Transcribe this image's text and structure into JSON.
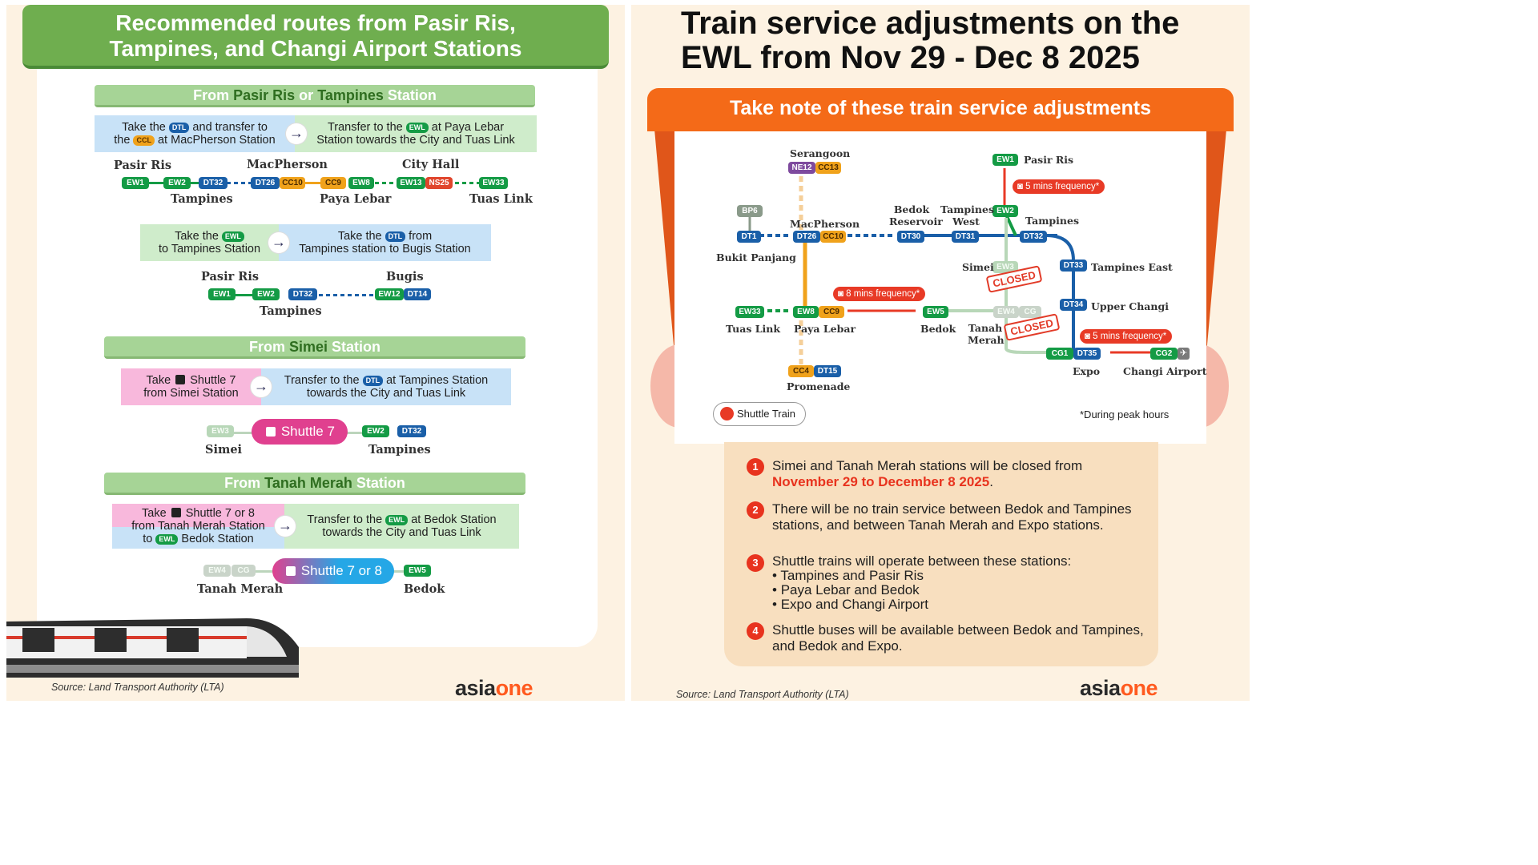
{
  "left": {
    "banner_line1": "Recommended routes from Pasir Ris,",
    "banner_line2": "Tampines, and Changi Airport Stations",
    "sec1": {
      "pre": "From ",
      "a": "Pasir Ris",
      "mid": " or ",
      "b": "Tampines",
      "post": " Station"
    },
    "sec1_instr1": {
      "l1a": "Take the ",
      "l1b": " and transfer to",
      "l2a": "the ",
      "l2b": " at MacPherson Station",
      "r1a": "Transfer to the ",
      "r1b": " at Paya Lebar",
      "r2": "Station towards the City and Tuas Link"
    },
    "sec1_route1": {
      "top": [
        "Pasir Ris",
        "MacPherson",
        "City Hall"
      ],
      "bottom": [
        "Tampines",
        "Paya Lebar",
        "Tuas Link"
      ],
      "codes": [
        "EW1",
        "EW2",
        "DT32",
        "DT26",
        "CC10",
        "CC9",
        "EW8",
        "EW13",
        "NS25",
        "EW33"
      ]
    },
    "sec1_instr2": {
      "l1a": "Take the ",
      "l2": "to Tampines Station",
      "r1a": "Take the ",
      "r1b": " from",
      "r2": "Tampines station to Bugis Station"
    },
    "sec1_route2": {
      "top": [
        "Pasir Ris",
        "Bugis"
      ],
      "bottom": [
        "Tampines"
      ],
      "codes": [
        "EW1",
        "EW2",
        "DT32",
        "EW12",
        "DT14"
      ]
    },
    "sec2": {
      "pre": "From ",
      "a": "Simei",
      "post": " Station"
    },
    "sec2_instr": {
      "l1a": "Take ",
      "l1b": " Shuttle 7",
      "l2": "from Simei Station",
      "r1a": "Transfer to the ",
      "r1b": " at Tampines Station",
      "r2": "towards the City and Tuas Link"
    },
    "sec2_route": {
      "from": "Simei",
      "to": "Tampines",
      "shuttle": "Shuttle 7",
      "codes": [
        "EW3",
        "EW2",
        "DT32"
      ]
    },
    "sec3": {
      "pre": "From ",
      "a": "Tanah Merah",
      "post": " Station"
    },
    "sec3_instr": {
      "l1a": "Take ",
      "l1b": " Shuttle 7 or 8",
      "l2": "from Tanah Merah Station",
      "l3a": "to ",
      "l3b": " Bedok Station",
      "r1a": "Transfer to the ",
      "r1b": " at Bedok Station",
      "r2": "towards the City and Tuas Link"
    },
    "sec3_route": {
      "from": "Tanah Merah",
      "to": "Bedok",
      "shuttle": "Shuttle 7 or 8",
      "codes": [
        "EW4",
        "CG",
        "EW5"
      ]
    },
    "pill_labels": {
      "dtl": "DTL",
      "ewl": "EWL",
      "ccl": "CCL"
    },
    "source": "Source: Land Transport Authority (LTA)",
    "brand_a": "asia",
    "brand_b": "one"
  },
  "right": {
    "title_line1": "Train service adjustments on the",
    "title_line2": "EWL from Nov 29 - Dec 8 2025",
    "board_title": "Take note of these train service adjustments",
    "stations": {
      "serangoon": "Serangoon",
      "pasir_ris": "Pasir Ris",
      "bedok_reservoir": "Bedok Reservoir",
      "tampines_west": "Tampines West",
      "tampines": "Tampines",
      "macpherson": "MacPherson",
      "bukit_panjang": "Bukit Panjang",
      "tampines_east": "Tampines East",
      "simei": "Simei",
      "upper_changi": "Upper Changi",
      "tuas_link": "Tuas Link",
      "paya_lebar": "Paya Lebar",
      "bedok": "Bedok",
      "tanah_merah": "Tanah Merah",
      "expo": "Expo",
      "changi_airport": "Changi Airport",
      "promenade": "Promenade"
    },
    "codes": {
      "ne12": "NE12",
      "cc13": "CC13",
      "ew1": "EW1",
      "bp6": "BP6",
      "ew2": "EW2",
      "dt1": "DT1",
      "dt26": "DT26",
      "cc10": "CC10",
      "dt30": "DT30",
      "dt31": "DT31",
      "dt32": "DT32",
      "ew3": "EW3",
      "dt33": "DT33",
      "ew33": "EW33",
      "ew8": "EW8",
      "cc9": "CC9",
      "ew5": "EW5",
      "ew4": "EW4",
      "cg": "CG",
      "dt34": "DT34",
      "cg1": "CG1",
      "dt35": "DT35",
      "cg2": "CG2",
      "cc4": "CC4",
      "dt15": "DT15"
    },
    "freq_5a": "5 mins frequency*",
    "freq_8": "8 mins frequency*",
    "freq_5b": "5 mins frequency*",
    "closed": "CLOSED",
    "legend_shuttle": "Shuttle Train",
    "peak_note": "*During peak hours",
    "notes": [
      {
        "num": "1",
        "text_a": "Simei and Tanah Merah stations will be closed from",
        "text_red": "November 29 to December 8 2025",
        "text_b": "."
      },
      {
        "num": "2",
        "text": "There will be no train service between Bedok and Tampines stations, and between Tanah Merah and Expo stations."
      },
      {
        "num": "3",
        "text": "Shuttle trains will operate between these stations:",
        "bullets": [
          "Tampines and Pasir Ris",
          "Paya Lebar and Bedok",
          "Expo and Changi Airport"
        ]
      },
      {
        "num": "4",
        "text": "Shuttle buses will be available between Bedok and Tampines, and Bedok and Expo."
      }
    ],
    "source": "Source: Land Transport Authority (LTA)",
    "brand_a": "asia",
    "brand_b": "one"
  },
  "colors": {
    "ewl": "#149b45",
    "dtl": "#1a5fa8",
    "ccl": "#f0a21b",
    "nsl": "#e0452c",
    "accent": "#f46a18",
    "alert": "#e8331e"
  }
}
